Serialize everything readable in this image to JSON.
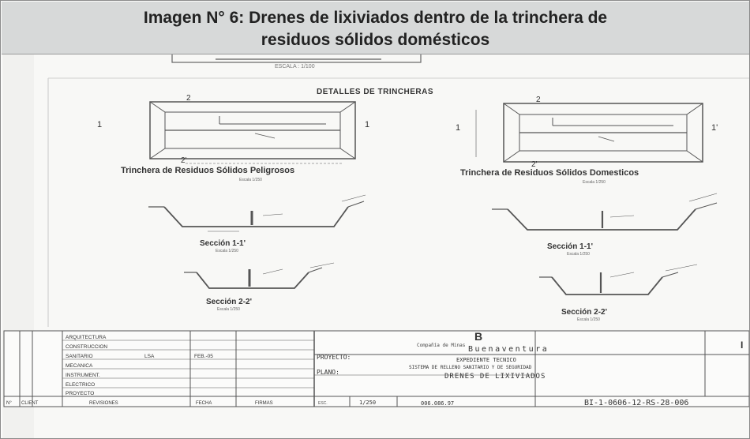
{
  "caption": {
    "line1": "Imagen N° 6: Drenes de lixiviados dentro de la trinchera de",
    "line2": "residuos sólidos domésticos"
  },
  "plan": {
    "top_label": "ESCALA : 1/100",
    "title": "DETALLES DE TRINCHERAS"
  },
  "trench_left": {
    "title": "Trinchera de Residuos Sólidos Peligrosos",
    "scale": "Escala 1/250",
    "dim_top": "2",
    "dim_left": "1",
    "dim_right": "1",
    "dim_bottom": "2'"
  },
  "trench_right": {
    "title": "Trinchera de Residuos Sólidos Domesticos",
    "scale": "Escala 1/250",
    "dim_top": "2",
    "dim_left": "1",
    "dim_right": "1'",
    "dim_bottom": "2'"
  },
  "sections": {
    "left_11": {
      "title": "Sección 1-1'",
      "scale": "Escala 1/250"
    },
    "right_11": {
      "title": "Sección 1-1'",
      "scale": "Escala 1/250"
    },
    "left_22": {
      "title": "Sección 2-2'",
      "scale": "Escala 1/250"
    },
    "right_22": {
      "title": "Sección 2-2'",
      "scale": "Escala 1/250"
    }
  },
  "title_block": {
    "disciplines": [
      "ARQUITECTURA",
      "CONSTRUCCION",
      "SANITARIO",
      "MECANICA",
      "INSTRUMENT.",
      "ELECTRICO",
      "PROYECTO"
    ],
    "sanitario_initials": "LSA",
    "sanitario_date": "FEB.-05",
    "footer_cols": [
      "N°",
      "CLIENT",
      "REVISIONES",
      "FECHA",
      "FIRMAS"
    ],
    "proyecto_label": "PROYECTO:",
    "plano_label": "PLANO:",
    "company_left": "Compañía de Minas",
    "company_name": "Buenaventura",
    "project_line1": "EXPEDIENTE TECNICO",
    "project_line2": "SISTEMA DE RELLENO SANITARIO Y DE SEGURIDAD",
    "plan_name": "DRENES DE LIXIVIADOS",
    "escala_label": "ESC.",
    "escala_value": "1/250",
    "code_small": "006.086.97",
    "drawing_code": "BI-1-0606-12-RS-28-006"
  }
}
